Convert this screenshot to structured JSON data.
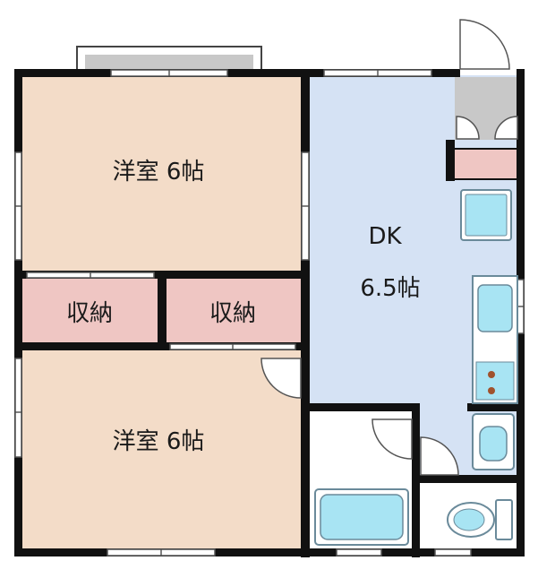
{
  "rooms": {
    "western_room_top": "洋室 6帖",
    "western_room_bottom": "洋室 6帖",
    "storage_left": "収納",
    "storage_right": "収納",
    "dk_name": "DK",
    "dk_size": "6.5帖"
  },
  "colors": {
    "wall": "#111111",
    "western_room": "#f3dcc8",
    "storage": "#efc6c3",
    "dk": "#d5e2f4",
    "fixture": "#a8e4f3",
    "fixture_outline": "#6a8a9a",
    "entrance": "#c8c8c8",
    "shoe_rack": "#efc6c3",
    "white": "#ffffff"
  },
  "icons": [
    "door-swing-icon",
    "window-icon",
    "stove-burner-icon",
    "bathtub-icon",
    "toilet-icon",
    "washbasin-icon",
    "refrigerator-icon",
    "kitchen-sink-icon"
  ]
}
